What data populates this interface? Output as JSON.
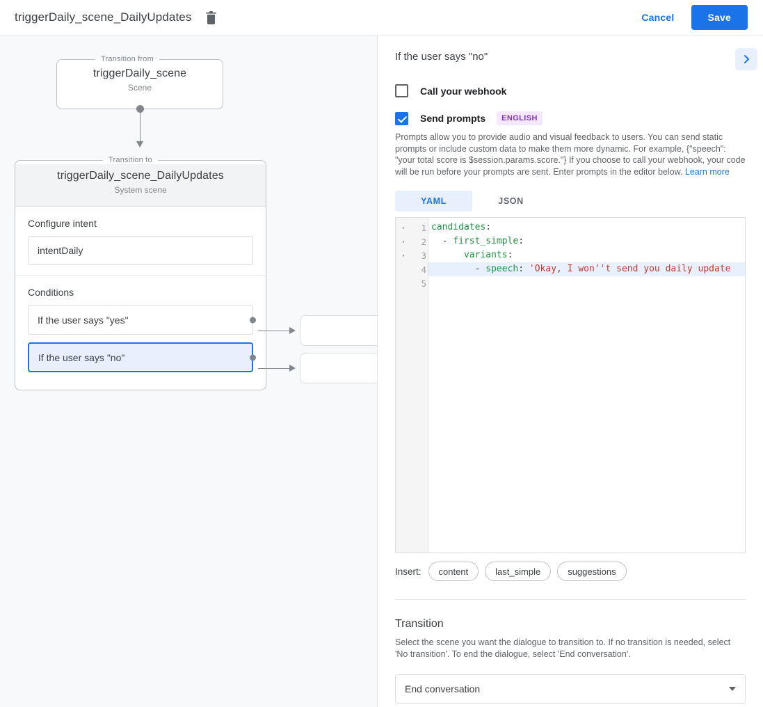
{
  "topbar": {
    "title": "triggerDaily_scene_DailyUpdates",
    "delete_icon": "trash-icon",
    "cancel_label": "Cancel",
    "save_label": "Save",
    "save_color": "#1a73e8"
  },
  "canvas": {
    "from_node": {
      "legend": "Transition from",
      "title": "triggerDaily_scene",
      "subtitle": "Scene"
    },
    "to_node": {
      "legend": "Transition to",
      "title": "triggerDaily_scene_DailyUpdates",
      "subtitle": "System scene"
    },
    "intent": {
      "label": "Configure intent",
      "value": "intentDaily"
    },
    "conditions": {
      "label": "Conditions",
      "items": [
        {
          "label": "If the user says \"yes\"",
          "selected": false
        },
        {
          "label": "If the user says \"no\"",
          "selected": true
        }
      ]
    }
  },
  "panel": {
    "title": "If the user says \"no\"",
    "collapse_icon": "chevron-right-icon",
    "webhook": {
      "label": "Call your webhook",
      "checked": false
    },
    "prompts": {
      "label": "Send prompts",
      "checked": true,
      "language_badge": "ENGLISH",
      "badge_bg": "#f3e8fd",
      "badge_fg": "#8430ce",
      "description": "Prompts allow you to provide audio and visual feedback to users. You can send static prompts or include custom data to make them more dynamic. For example, {\"speech\": \"your total score is $session.params.score.\"} If you choose to call your webhook, your code will be run before your prompts are sent. Enter prompts in the editor below. ",
      "learn_more": "Learn more"
    },
    "editor": {
      "tabs": [
        {
          "label": "YAML",
          "active": true
        },
        {
          "label": "JSON",
          "active": false
        }
      ],
      "lines": [
        {
          "num": "1",
          "fold": "▾",
          "highlight": false,
          "segments": [
            {
              "text": "candidates",
              "cls": "ykey"
            },
            {
              "text": ":",
              "cls": "ypunct"
            }
          ]
        },
        {
          "num": "2",
          "fold": "▾",
          "highlight": false,
          "segments": [
            {
              "text": "  - ",
              "cls": "ypunct"
            },
            {
              "text": "first_simple",
              "cls": "ykey"
            },
            {
              "text": ":",
              "cls": "ypunct"
            }
          ]
        },
        {
          "num": "3",
          "fold": "▾",
          "highlight": false,
          "segments": [
            {
              "text": "      ",
              "cls": "ypunct"
            },
            {
              "text": "variants",
              "cls": "ykey"
            },
            {
              "text": ":",
              "cls": "ypunct"
            }
          ]
        },
        {
          "num": "4",
          "fold": "",
          "highlight": true,
          "segments": [
            {
              "text": "        - ",
              "cls": "ypunct"
            },
            {
              "text": "speech",
              "cls": "ykey"
            },
            {
              "text": ": ",
              "cls": "ypunct"
            },
            {
              "text": "'Okay, I won''t send you daily update",
              "cls": "ystr"
            }
          ]
        },
        {
          "num": "5",
          "fold": "",
          "highlight": false,
          "segments": []
        }
      ]
    },
    "insert": {
      "label": "Insert:",
      "chips": [
        "content",
        "last_simple",
        "suggestions"
      ]
    },
    "transition": {
      "title": "Transition",
      "description": "Select the scene you want the dialogue to transition to. If no transition is needed, select 'No transition'. To end the dialogue, select 'End conversation'.",
      "selected": "End conversation"
    }
  }
}
